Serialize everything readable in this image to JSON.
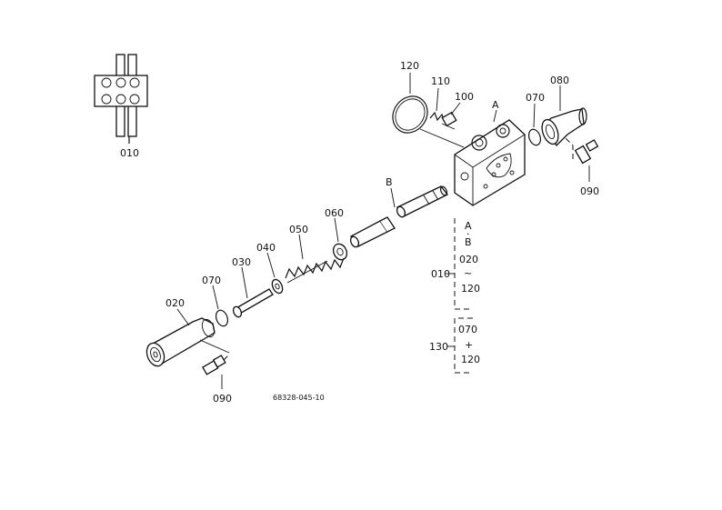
{
  "labels": {
    "p010_top": "010",
    "p120": "120",
    "p110": "110",
    "p100": "100",
    "pA": "A",
    "p070_right": "070",
    "p080": "080",
    "p090_right": "090",
    "pB": "B",
    "p060": "060",
    "p050": "050",
    "p040": "040",
    "p030": "030",
    "p070_left": "070",
    "p020": "020",
    "p090_left": "090",
    "drawing_no": "68328-045-10"
  },
  "kit_010": {
    "number": "010",
    "items": [
      "A",
      "B",
      "020",
      "120"
    ],
    "separators": [
      "·",
      "~"
    ]
  },
  "kit_130": {
    "number": "130",
    "items": [
      "070",
      "120"
    ],
    "separator": "+"
  }
}
